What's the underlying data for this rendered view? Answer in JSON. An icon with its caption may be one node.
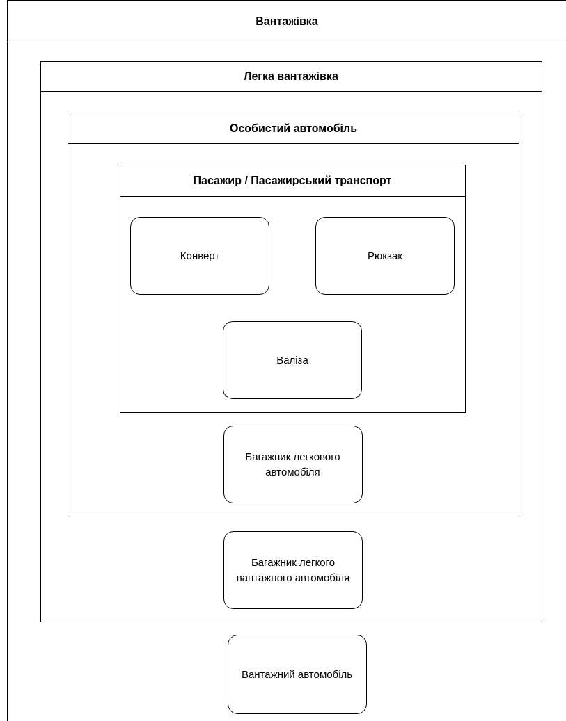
{
  "diagram": {
    "nodes": [
      {
        "text": [
          "Вантажівка"
        ]
      },
      {
        "text": [
          "Легка вантажівка"
        ],
        "in": 0
      },
      {
        "text": [
          "Особистий автомобіль"
        ],
        "in": 1
      },
      {
        "text": [
          "Пасажир / Пасажирський транспорт"
        ],
        "in": 2
      },
      {
        "text": [
          "Конверт"
        ],
        "in": 3
      },
      {
        "text": [
          "Рюкзак"
        ],
        "in": 3
      },
      {
        "text": [
          "Валіза"
        ],
        "in": 3
      },
      {
        "text": [
          "Багажник легкового автомобіля"
        ],
        "in": 2
      },
      {
        "text": [
          "Багажник легкого вантажного автомобіля"
        ],
        "in": 1
      },
      {
        "text": [
          "Вантажний автомобіль"
        ],
        "in": 0
      }
    ]
  }
}
